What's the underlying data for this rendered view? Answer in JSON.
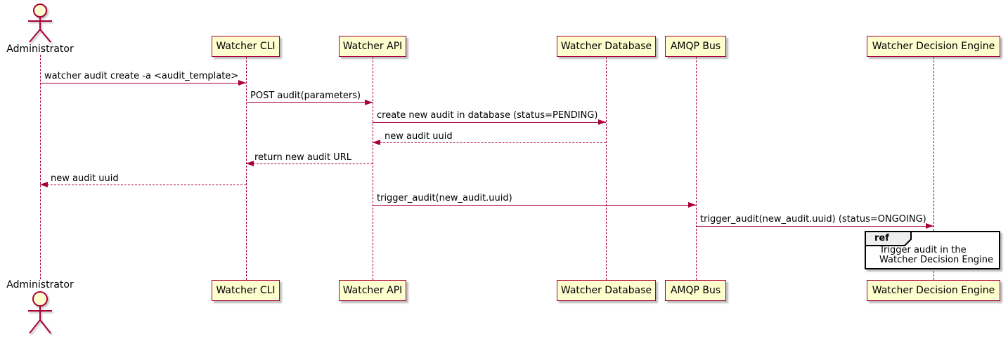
{
  "colors": {
    "participant_fill": "#FEFECE",
    "participant_border": "#A80036",
    "arrow": "#A80036",
    "lifeline": "#A80036",
    "text": "#000000",
    "ref_border": "#000000",
    "ref_header_fill": "#EEEEEE",
    "background": "#FFFFFF"
  },
  "actor": {
    "label": "Administrator"
  },
  "participants": [
    {
      "label": "Watcher CLI"
    },
    {
      "label": "Watcher API"
    },
    {
      "label": "Watcher Database"
    },
    {
      "label": "AMQP Bus"
    },
    {
      "label": "Watcher Decision Engine"
    }
  ],
  "messages": [
    {
      "label": "watcher audit create -a <audit_template>",
      "from": "Administrator",
      "to": "Watcher CLI",
      "line": "solid",
      "direction": "right"
    },
    {
      "label": "POST audit(parameters)",
      "from": "Watcher CLI",
      "to": "Watcher API",
      "line": "solid",
      "direction": "right"
    },
    {
      "label": "create new audit in database (status=PENDING)",
      "from": "Watcher API",
      "to": "Watcher Database",
      "line": "solid",
      "direction": "right"
    },
    {
      "label": "new audit uuid",
      "from": "Watcher Database",
      "to": "Watcher API",
      "line": "dashed",
      "direction": "left"
    },
    {
      "label": "return new audit URL",
      "from": "Watcher API",
      "to": "Watcher CLI",
      "line": "dashed",
      "direction": "left"
    },
    {
      "label": "new audit uuid",
      "from": "Watcher CLI",
      "to": "Administrator",
      "line": "dashed",
      "direction": "left"
    },
    {
      "label": "trigger_audit(new_audit.uuid)",
      "from": "Watcher API",
      "to": "AMQP Bus",
      "line": "solid",
      "direction": "right"
    },
    {
      "label": "trigger_audit(new_audit.uuid) (status=ONGOING)",
      "from": "AMQP Bus",
      "to": "Watcher Decision Engine",
      "line": "solid",
      "direction": "right"
    }
  ],
  "ref": {
    "keyword": "ref",
    "line1": "Trigger audit in the",
    "line2": "Watcher Decision Engine"
  }
}
